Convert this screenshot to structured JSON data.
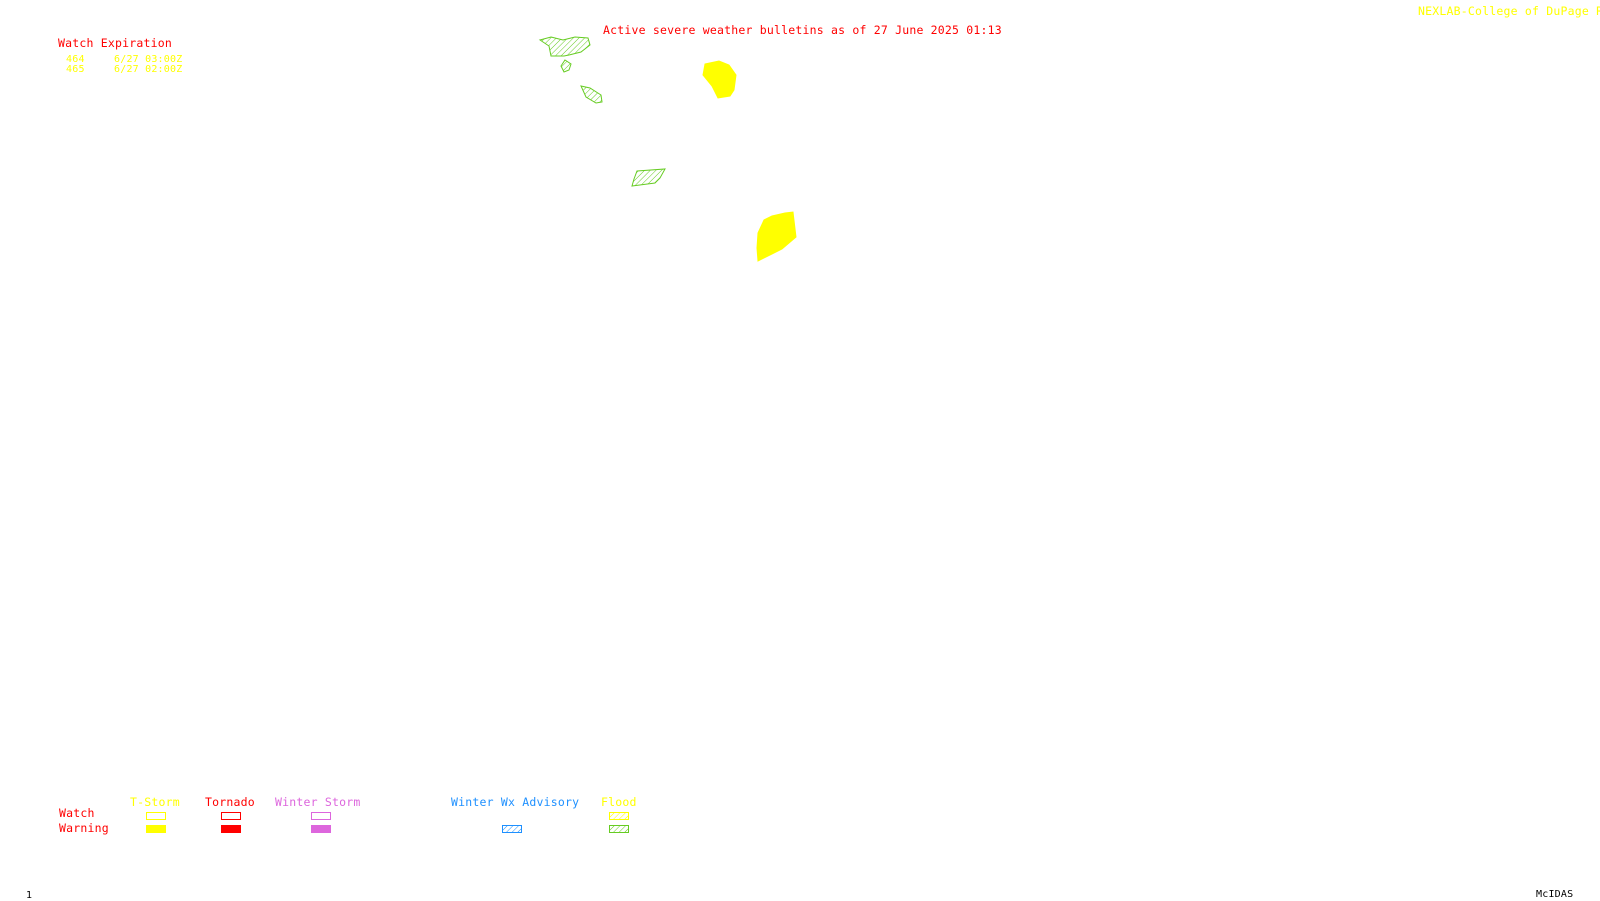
{
  "header": {
    "title": "Active severe weather bulletins as of 27 June 2025 01:13",
    "credit": "NEXLAB-College of DuPage R"
  },
  "watch_expiration": {
    "heading": "Watch Expiration",
    "rows": [
      {
        "number": "464",
        "expires": "6/27 03:00Z"
      },
      {
        "number": "465",
        "expires": "6/27 02:00Z"
      }
    ]
  },
  "legend": {
    "row_labels": {
      "watch": "Watch",
      "warning": "Warning"
    },
    "categories": [
      {
        "name": "T-Storm",
        "color": "#ffff00",
        "watch_style": "outline",
        "warning_style": "solid"
      },
      {
        "name": "Tornado",
        "color": "#ff0000",
        "watch_style": "outline",
        "warning_style": "solid"
      },
      {
        "name": "Winter Storm",
        "color": "#dd66dd",
        "watch_style": "outline",
        "warning_style": "solid"
      },
      {
        "name": "Winter Wx Advisory",
        "color": "#1e90ff",
        "warning_style": "hatched"
      },
      {
        "name": "Flood",
        "color": "#ffff00",
        "warning_color": "#66cc22",
        "watch_style": "hatched",
        "warning_style": "hatched"
      }
    ]
  },
  "bulletins": {
    "flood_warnings_color": "#66cc22",
    "thunderstorm_warnings_color": "#ffff00"
  },
  "footer": {
    "frame_number": "1",
    "software": "McIDAS"
  }
}
